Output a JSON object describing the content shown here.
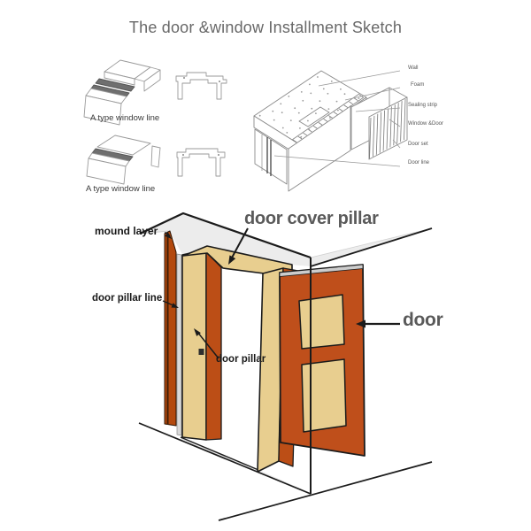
{
  "title": "The door &window Installment Sketch",
  "palette": {
    "door_orange": "#BF4F1B",
    "reveal_orange": "#BC4E16",
    "mound_orange": "#B3490E",
    "mound_edge": "#2B1403",
    "mound_inner": "#431F06",
    "panel_tan": "#E8CE8F",
    "ceiling_gray": "#ECECEC",
    "floor_gray": "#E8E8E8",
    "seal_gray": "#D9D9D9",
    "door_top_gray": "#CCCCCC",
    "ink": "#1B1B1B",
    "art_gray": "#8A8A8A"
  },
  "profiles": {
    "a1": {
      "caption": "A type window line"
    },
    "a2": {
      "caption": "A type window line"
    }
  },
  "cutaway": {
    "labels": [
      "Wall",
      "Foam",
      "Sealing strip",
      "Window &Door",
      "Door set",
      "Door line"
    ]
  },
  "main": {
    "labels": {
      "mound_layer": "mound layer",
      "door_pillar_line": "door pillar line",
      "door_cover_pillar": "door cover pillar",
      "door_pillar": "door pillar",
      "door": "door"
    }
  }
}
